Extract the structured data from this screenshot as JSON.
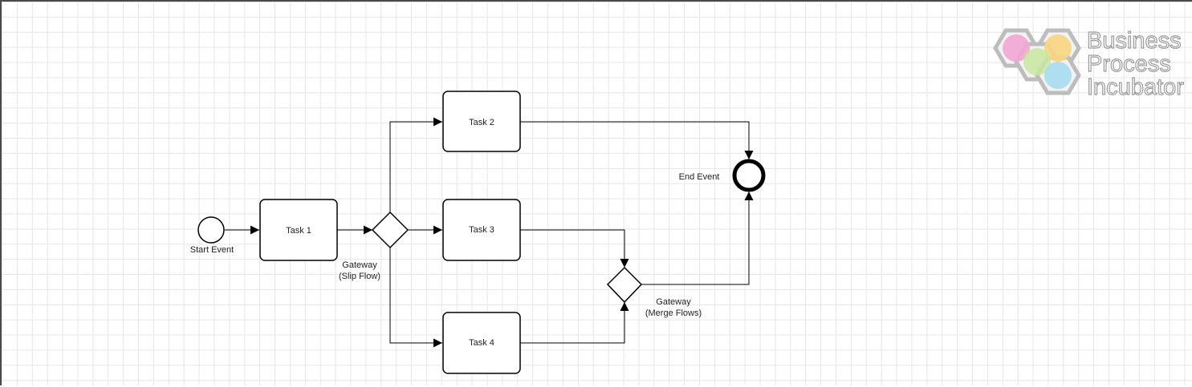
{
  "diagram": {
    "start_event": "Start Event",
    "task1": "Task 1",
    "task2": "Task 2",
    "task3": "Task 3",
    "task4": "Task 4",
    "split_gateway": {
      "line1": "Gateway",
      "line2": "(Slip Flow)"
    },
    "merge_gateway": {
      "line1": "Gateway",
      "line2": "(Merge Flows)"
    },
    "end_event": "End Event"
  },
  "logo": {
    "line1": "Business",
    "line2": "Process",
    "line3": "Incubator",
    "colors": {
      "pink": "#f2a6d3",
      "yellow": "#f8d680",
      "green": "#c9e6a0",
      "blue": "#a6dcf0"
    }
  }
}
